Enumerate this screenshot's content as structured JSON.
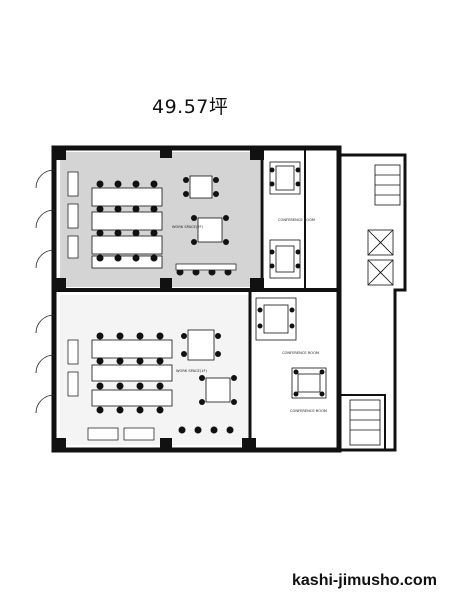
{
  "area": "49.57坪",
  "website": "kashi-jimusho.com",
  "room_labels": {
    "work_space_top": "WORK SPACE(2F)",
    "conference_top": "CONFERENCE ROOM",
    "conference_mid": "CONFERENCE ROOM",
    "work_space_bottom": "WORK SPACE(1F)",
    "conference_bottom": "CONFERENCE ROOM"
  },
  "colors": {
    "wall": "#111111",
    "furniture": "#1a1a1a",
    "shade": "#cfcfcf"
  }
}
